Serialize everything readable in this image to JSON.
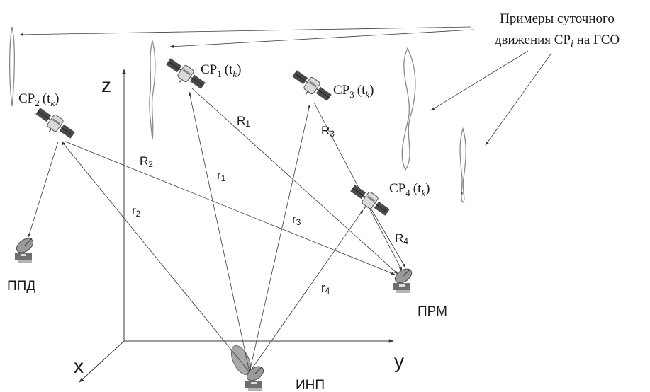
{
  "title": {
    "line1": "Примеры суточного",
    "line2_prefix": "движения СР",
    "line2_sub": "i",
    "line2_suffix": " на ГСО"
  },
  "axes": {
    "x": "x",
    "y": "y",
    "z": "z"
  },
  "satellites": [
    {
      "base": "СР",
      "index": "1",
      "arg": "(t",
      "arg_sub": "k",
      "close": ")"
    },
    {
      "base": "СР",
      "index": "2",
      "arg": "(t",
      "arg_sub": "k",
      "close": ")"
    },
    {
      "base": "СР",
      "index": "3",
      "arg": "(t",
      "arg_sub": "k",
      "close": ")"
    },
    {
      "base": "СР",
      "index": "4",
      "arg": "(t",
      "arg_sub": "k",
      "close": ")"
    }
  ],
  "vectors_R": [
    {
      "base": "R",
      "sub": "1"
    },
    {
      "base": "R",
      "sub": "2"
    },
    {
      "base": "R",
      "sub": "3"
    },
    {
      "base": "R",
      "sub": "4"
    }
  ],
  "vectors_r": [
    {
      "base": "r",
      "sub": "1"
    },
    {
      "base": "r",
      "sub": "2"
    },
    {
      "base": "r",
      "sub": "3"
    },
    {
      "base": "r",
      "sub": "4"
    }
  ],
  "stations": {
    "ppd": "ППД",
    "prm": "ПРМ",
    "inp": "ИНП"
  },
  "icons": {
    "satellite": "satellite-icon",
    "dish": "dish-antenna-icon"
  }
}
